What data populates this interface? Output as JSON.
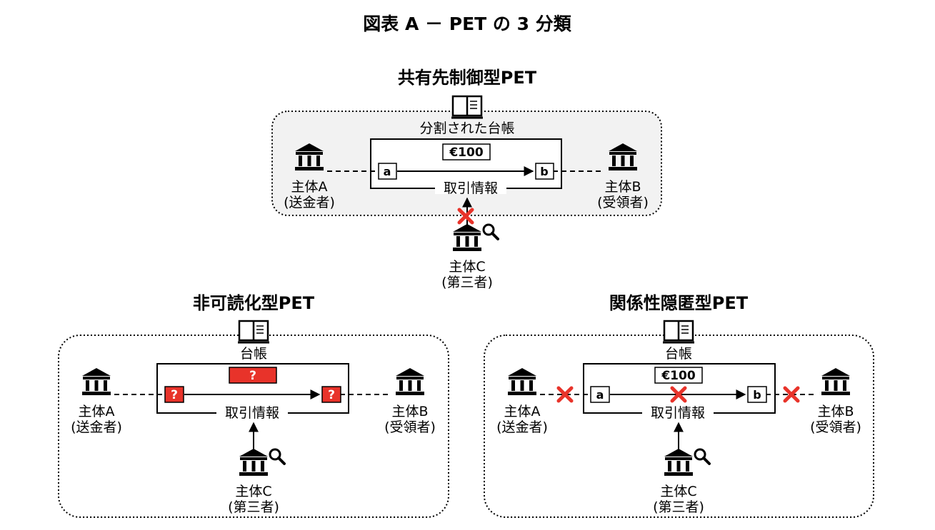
{
  "title": "図表 A － PET の 3 分類",
  "panels": {
    "shared": {
      "title": "共有先制御型PET",
      "ledger_label": "分割された台帳",
      "amount": "€100",
      "box_a": "a",
      "box_b": "b",
      "tx_label": "取引情報",
      "entity_a": {
        "name": "主体A",
        "role": "(送金者)"
      },
      "entity_b": {
        "name": "主体B",
        "role": "(受領者)"
      },
      "entity_c": {
        "name": "主体C",
        "role": "(第三者)"
      }
    },
    "unreadable": {
      "title": "非可読化型PET",
      "ledger_label": "台帳",
      "amount": "?",
      "box_a": "?",
      "box_b": "?",
      "tx_label": "取引情報",
      "entity_a": {
        "name": "主体A",
        "role": "(送金者)"
      },
      "entity_b": {
        "name": "主体B",
        "role": "(受領者)"
      },
      "entity_c": {
        "name": "主体C",
        "role": "(第三者)"
      }
    },
    "relation": {
      "title": "関係性隠匿型PET",
      "ledger_label": "台帳",
      "amount": "€100",
      "box_a": "a",
      "box_b": "b",
      "tx_label": "取引情報",
      "entity_a": {
        "name": "主体A",
        "role": "(送金者)"
      },
      "entity_b": {
        "name": "主体B",
        "role": "(受領者)"
      },
      "entity_c": {
        "name": "主体C",
        "role": "(第三者)"
      }
    }
  },
  "icons": {
    "institution": "bank-icon",
    "magnifier": "magnifier-icon",
    "ledger": "ledger-book-icon",
    "blocked": "red-cross-icon"
  },
  "colors": {
    "panel_fill_shared": "#f2f2f2",
    "hidden_red": "#e8332a",
    "cross_red": "#e8332a"
  }
}
